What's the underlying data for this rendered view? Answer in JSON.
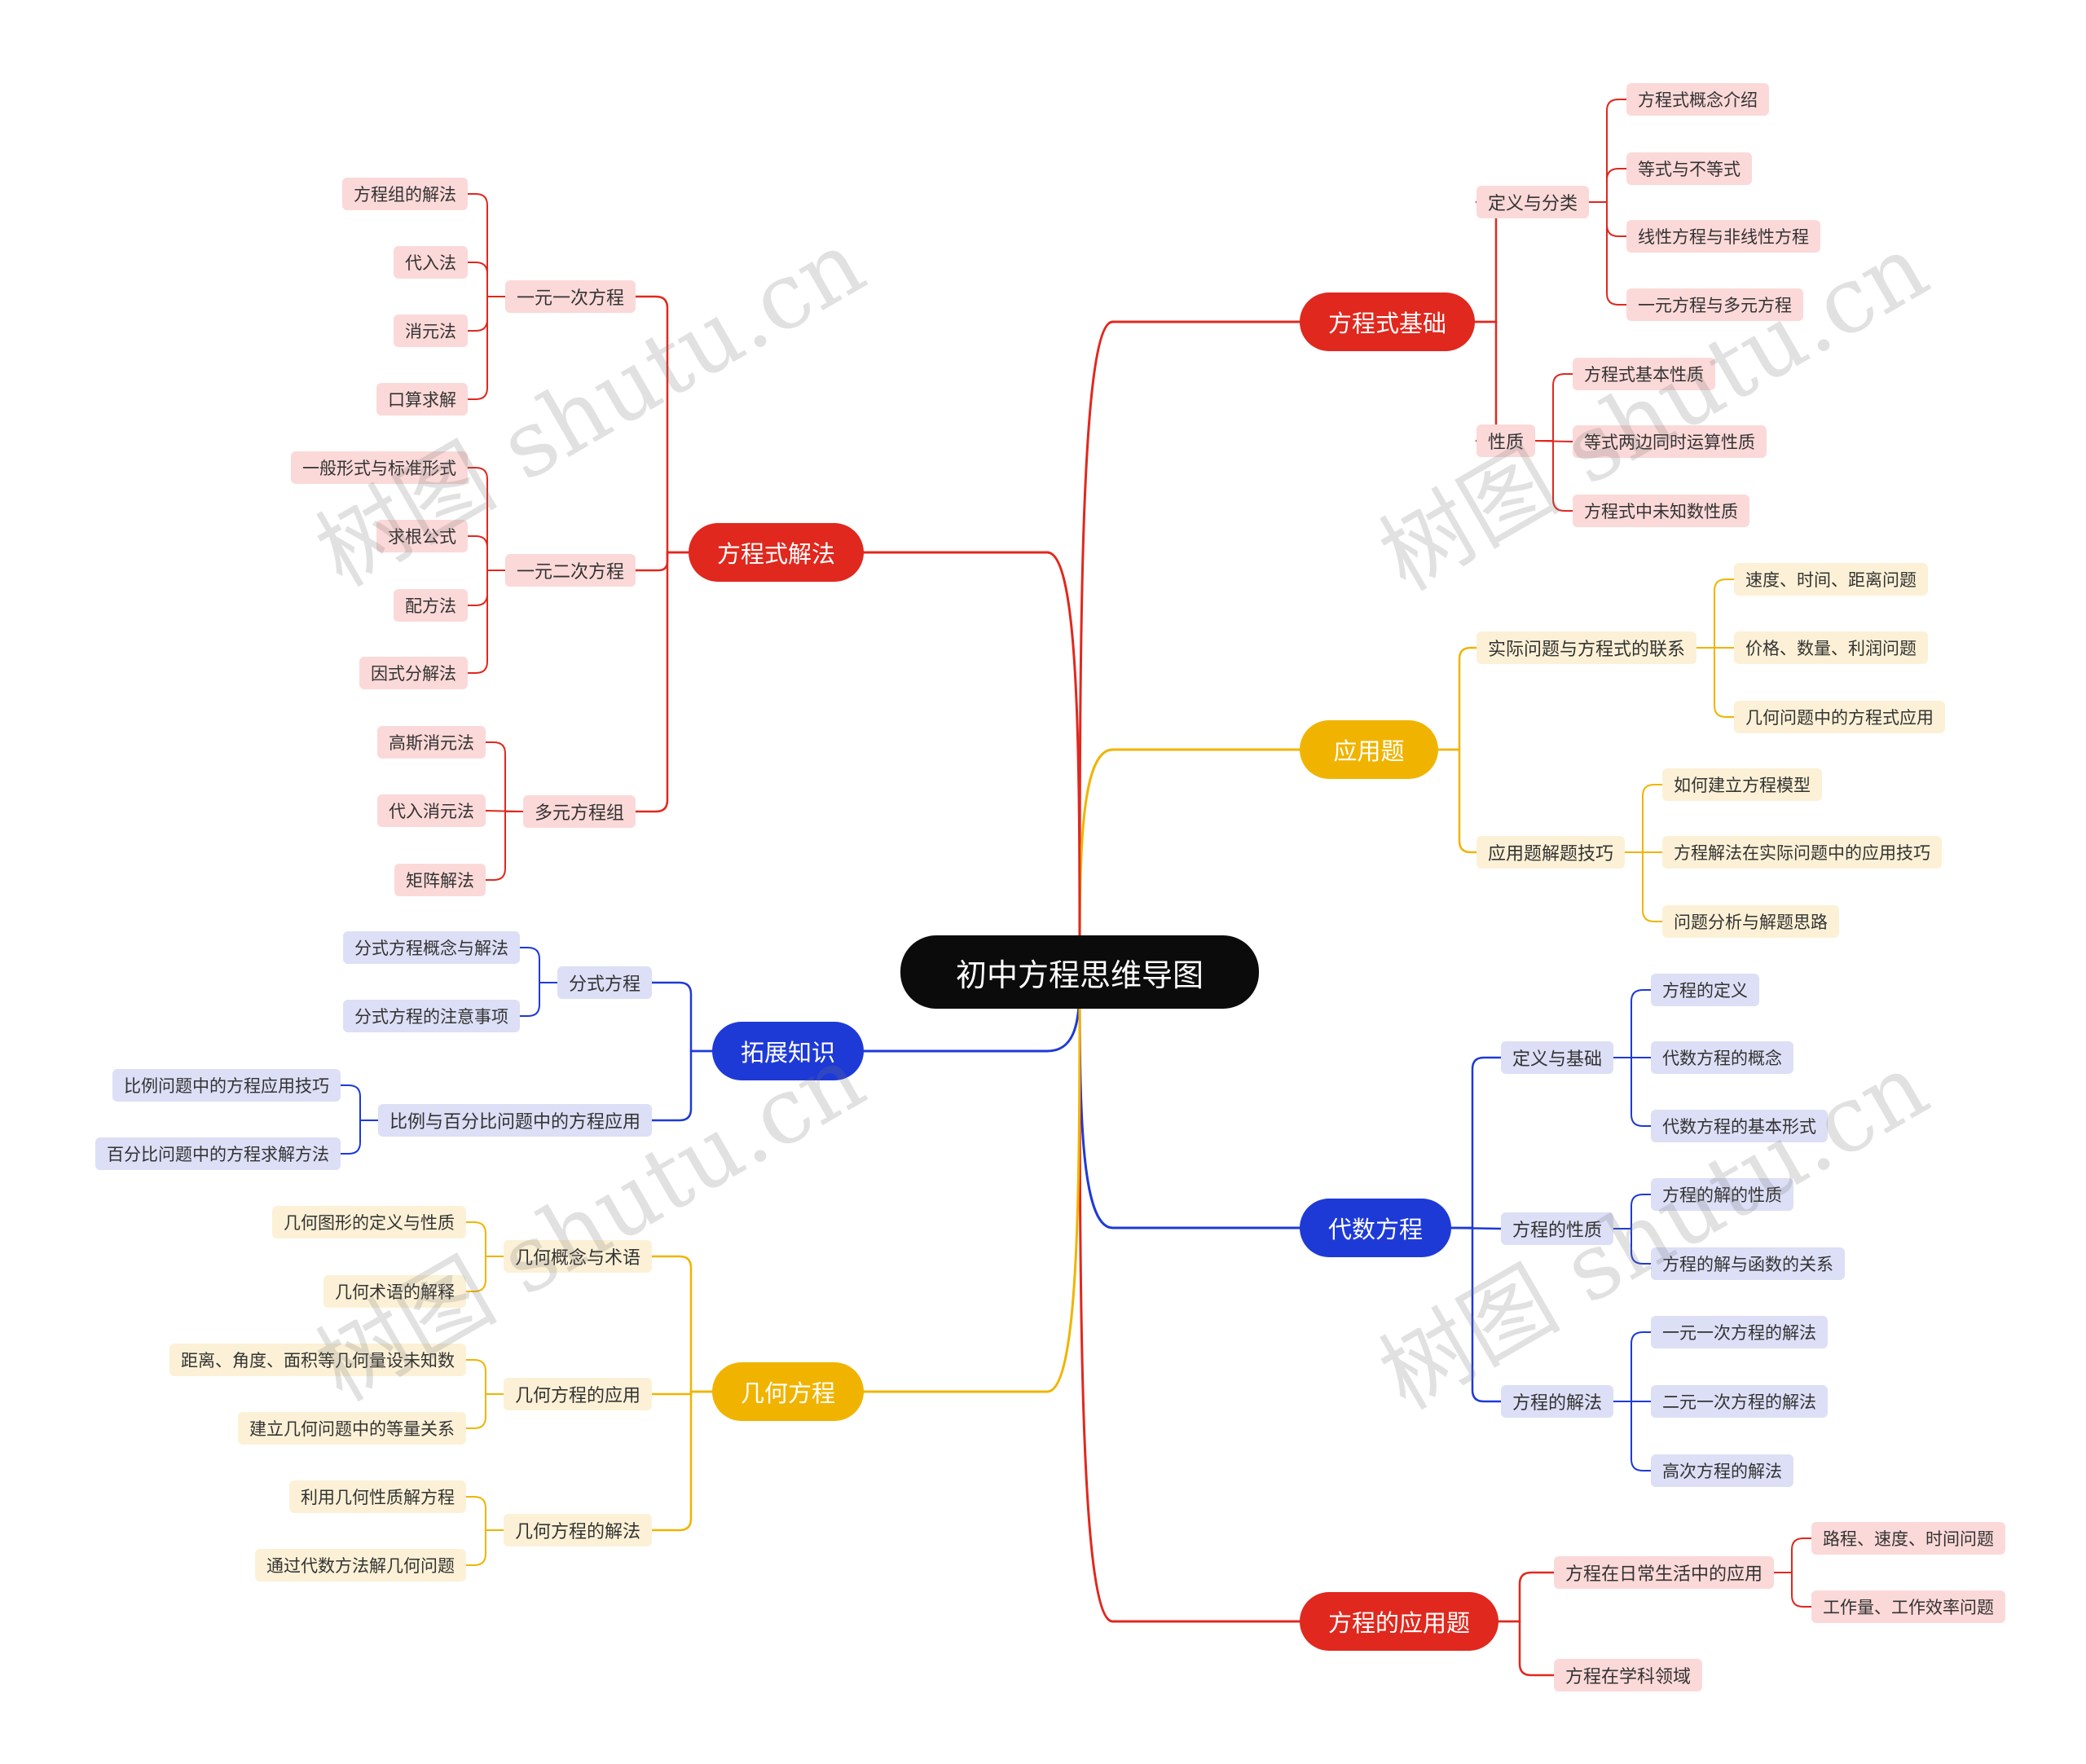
{
  "root": "初中方程思维导图",
  "colors": {
    "red": "#e0281e",
    "yellow": "#f0b400",
    "blue": "#1e3ad6"
  },
  "watermark": "树图 shutu.cn",
  "branches": [
    {
      "label": "方程式基础",
      "color": "red",
      "children": [
        {
          "label": "定义与分类",
          "children": [
            "方程式概念介绍",
            "等式与不等式",
            "线性方程与非线性方程",
            "一元方程与多元方程"
          ]
        },
        {
          "label": "性质",
          "children": [
            "方程式基本性质",
            "等式两边同时运算性质",
            "方程式中未知数性质"
          ]
        }
      ]
    },
    {
      "label": "应用题",
      "color": "yellow",
      "children": [
        {
          "label": "实际问题与方程式的联系",
          "children": [
            "速度、时间、距离问题",
            "价格、数量、利润问题",
            "几何问题中的方程式应用"
          ]
        },
        {
          "label": "应用题解题技巧",
          "children": [
            "如何建立方程模型",
            "方程解法在实际问题中的应用技巧",
            "问题分析与解题思路"
          ]
        }
      ]
    },
    {
      "label": "代数方程",
      "color": "blue",
      "children": [
        {
          "label": "定义与基础",
          "children": [
            "方程的定义",
            "代数方程的概念",
            "代数方程的基本形式"
          ]
        },
        {
          "label": "方程的性质",
          "children": [
            "方程的解的性质",
            "方程的解与函数的关系"
          ]
        },
        {
          "label": "方程的解法",
          "children": [
            "一元一次方程的解法",
            "二元一次方程的解法",
            "高次方程的解法"
          ]
        }
      ]
    },
    {
      "label": "方程的应用题",
      "color": "red",
      "children": [
        {
          "label": "方程在日常生活中的应用",
          "children": [
            "路程、速度、时间问题",
            "工作量、工作效率问题"
          ]
        },
        {
          "label": "方程在学科领域",
          "children": []
        }
      ]
    },
    {
      "label": "方程式解法",
      "color": "red",
      "children": [
        {
          "label": "一元一次方程",
          "children": [
            "方程组的解法",
            "代入法",
            "消元法",
            "口算求解"
          ]
        },
        {
          "label": "一元二次方程",
          "children": [
            "一般形式与标准形式",
            "求根公式",
            "配方法",
            "因式分解法"
          ]
        },
        {
          "label": "多元方程组",
          "children": [
            "高斯消元法",
            "代入消元法",
            "矩阵解法"
          ]
        }
      ]
    },
    {
      "label": "拓展知识",
      "color": "blue",
      "children": [
        {
          "label": "分式方程",
          "children": [
            "分式方程概念与解法",
            "分式方程的注意事项"
          ]
        },
        {
          "label": "比例与百分比问题中的方程应用",
          "children": [
            "比例问题中的方程应用技巧",
            "百分比问题中的方程求解方法"
          ]
        }
      ]
    },
    {
      "label": "几何方程",
      "color": "yellow",
      "children": [
        {
          "label": "几何概念与术语",
          "children": [
            "几何图形的定义与性质",
            "几何术语的解释"
          ]
        },
        {
          "label": "几何方程的应用",
          "children": [
            "距离、角度、面积等几何量设未知数",
            "建立几何问题中的等量关系"
          ]
        },
        {
          "label": "几何方程的解法",
          "children": [
            "利用几何性质解方程",
            "通过代数方法解几何问题"
          ]
        }
      ]
    }
  ]
}
